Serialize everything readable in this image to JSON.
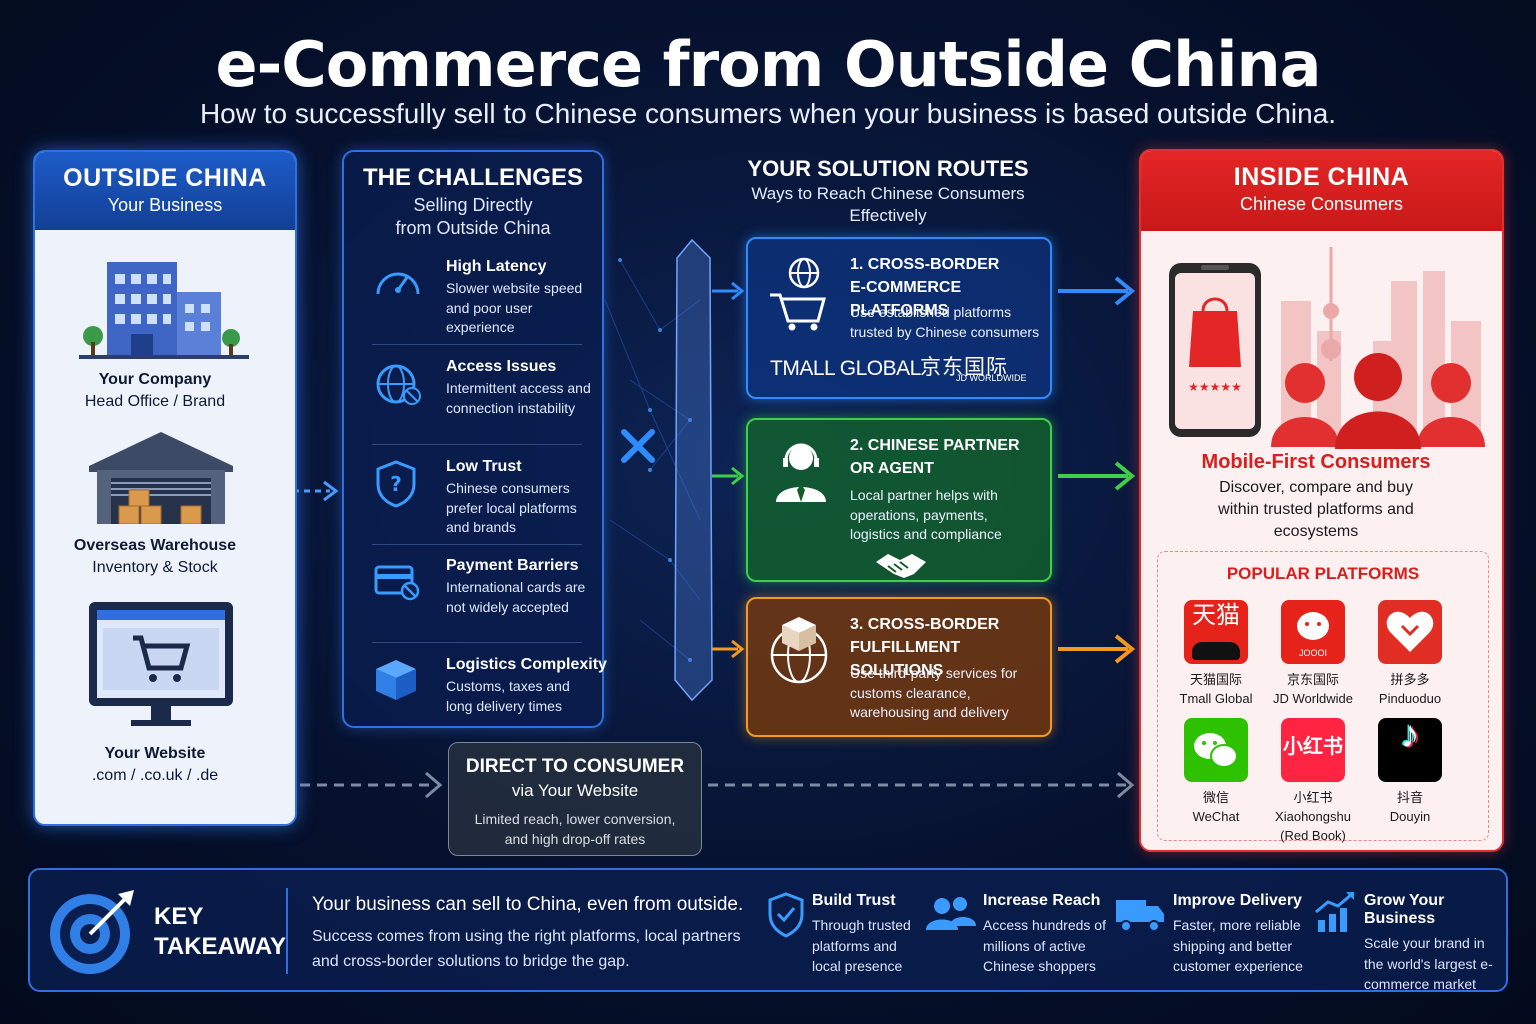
{
  "header": {
    "title": "e-Commerce from Outside China",
    "subtitle": "How to successfully sell to Chinese consumers when your business is based outside China."
  },
  "outside": {
    "title": "OUTSIDE CHINA",
    "subtitle": "Your Business",
    "items": [
      {
        "name": "Your Company",
        "desc": "Head Office / Brand"
      },
      {
        "name": "Overseas Warehouse",
        "desc": "Inventory & Stock"
      },
      {
        "name": "Your Website",
        "desc": ".com / .co.uk / .de"
      }
    ]
  },
  "challenges": {
    "title": "THE CHALLENGES",
    "subtitle_1": "Selling Directly",
    "subtitle_2": "from Outside China",
    "items": [
      {
        "title": "High Latency",
        "desc": "Slower website speed and poor user experience",
        "icon": "speedometer-icon"
      },
      {
        "title": "Access Issues",
        "desc": "Intermittent access and connection instability",
        "icon": "globe-blocked-icon"
      },
      {
        "title": "Low Trust",
        "desc": "Chinese consumers prefer local platforms and brands",
        "icon": "shield-question-icon"
      },
      {
        "title": "Payment Barriers",
        "desc": "International cards are not widely accepted",
        "icon": "card-blocked-icon"
      },
      {
        "title": "Logistics Complexity",
        "desc": "Customs, taxes and long delivery times",
        "icon": "boxes-icon"
      }
    ]
  },
  "routes": {
    "title": "YOUR SOLUTION ROUTES",
    "subtitle_1": "Ways to Reach Chinese Consumers",
    "subtitle_2": "Effectively",
    "items": [
      {
        "title_1": "1. CROSS-BORDER",
        "title_2": "E-COMMERCE PLATFORMS",
        "desc": "Use established platforms trusted by Chinese consumers",
        "logo_1": "TMALL GLOBAL",
        "logo_2": "京东国际",
        "logo_2_sub": "JD WORLDWIDE",
        "color": "#2f8cff"
      },
      {
        "title_1": "2. CHINESE PARTNER",
        "title_2": "OR AGENT",
        "desc": "Local partner helps with operations, payments, logistics and compliance",
        "color": "#3fcf4a"
      },
      {
        "title_1": "3. CROSS-BORDER",
        "title_2": "FULFILLMENT SOLUTIONS",
        "desc": "Use third-party services for customs clearance, warehousing and delivery",
        "color": "#f39a1f"
      }
    ]
  },
  "direct": {
    "title": "DIRECT TO CONSUMER",
    "subtitle": "via Your Website",
    "desc": "Limited reach, lower conversion, and high drop-off rates"
  },
  "inside": {
    "title": "INSIDE CHINA",
    "subtitle": "Chinese Consumers",
    "mobile_title": "Mobile-First Consumers",
    "mobile_desc": "Discover, compare and buy within trusted platforms and ecosystems",
    "platforms_title": "POPULAR PLATFORMS",
    "platforms": [
      {
        "cn": "天猫国际",
        "en": "Tmall Global",
        "logo_text": "天猫",
        "color": "#e5231b"
      },
      {
        "cn": "京东国际",
        "en": "JD Worldwide",
        "logo_text": "JOOOI",
        "color": "#e5231b"
      },
      {
        "cn": "拼多多",
        "en": "Pinduoduo",
        "logo_text": "",
        "color": "#e02e24"
      },
      {
        "cn": "微信",
        "en": "WeChat",
        "logo_text": "",
        "color": "#2dc100"
      },
      {
        "cn": "小红书",
        "en": "Xiaohongshu",
        "en2": "(Red Book)",
        "logo_text": "小红书",
        "color": "#ff2442"
      },
      {
        "cn": "抖音",
        "en": "Douyin",
        "logo_text": "♪",
        "color": "#000000"
      }
    ]
  },
  "key": {
    "label_1": "KEY",
    "label_2": "TAKEAWAY",
    "headline": "Your business can sell to China, even from outside.",
    "desc": "Success comes from using the right platforms, local partners and cross-border solutions to bridge the gap.",
    "benefits": [
      {
        "title": "Build Trust",
        "desc": "Through trusted platforms and local presence",
        "icon": "shield-check-icon"
      },
      {
        "title": "Increase Reach",
        "desc": "Access hundreds of millions of active Chinese shoppers",
        "icon": "users-icon"
      },
      {
        "title": "Improve Delivery",
        "desc": "Faster, more reliable shipping and better customer experience",
        "icon": "truck-icon"
      },
      {
        "title": "Grow Your Business",
        "desc": "Scale your brand in the world's largest e-commerce market",
        "icon": "growth-chart-icon"
      }
    ]
  }
}
